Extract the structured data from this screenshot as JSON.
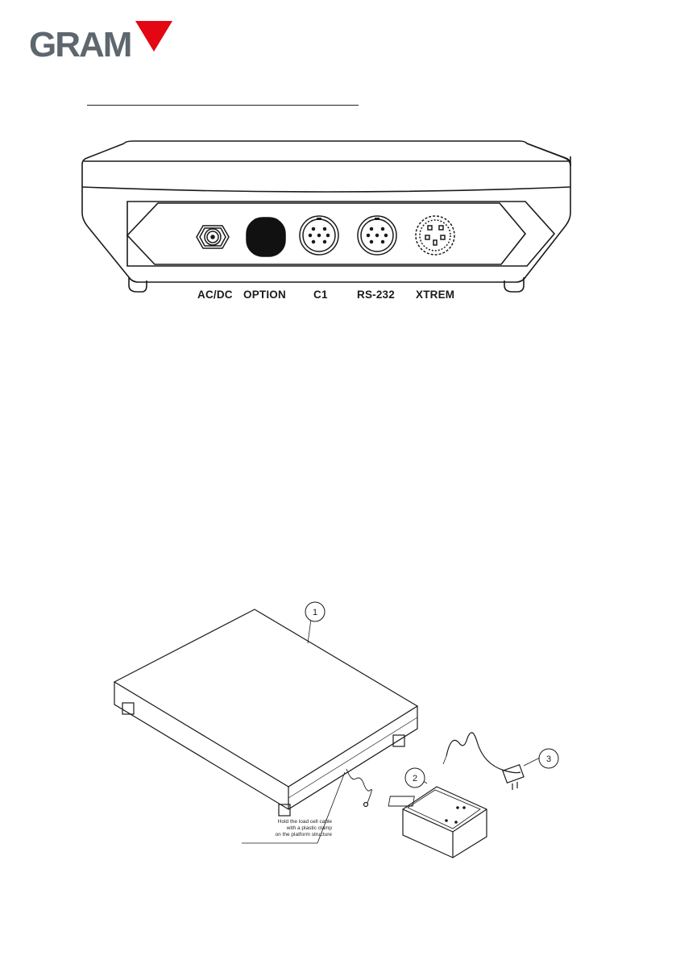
{
  "header": {
    "logo_text": "GRAM",
    "brand_color": "#e30613",
    "logo_color": "#5e666e"
  },
  "section": {
    "title": ""
  },
  "rear_panel": {
    "ports": [
      {
        "label": "AC/DC",
        "icon": "power-jack-icon"
      },
      {
        "label": "OPTION",
        "icon": "option-plug-icon"
      },
      {
        "label": "C1",
        "icon": "din-connector-icon"
      },
      {
        "label": "RS-232",
        "icon": "din-connector-icon"
      },
      {
        "label": "XTREM",
        "icon": "xtrem-connector-icon"
      }
    ]
  },
  "assembly": {
    "callouts": [
      "1",
      "2",
      "3"
    ],
    "note_lines": [
      "Hold the load cell cable",
      "with a plastic clamp",
      "on the platform structure"
    ]
  }
}
